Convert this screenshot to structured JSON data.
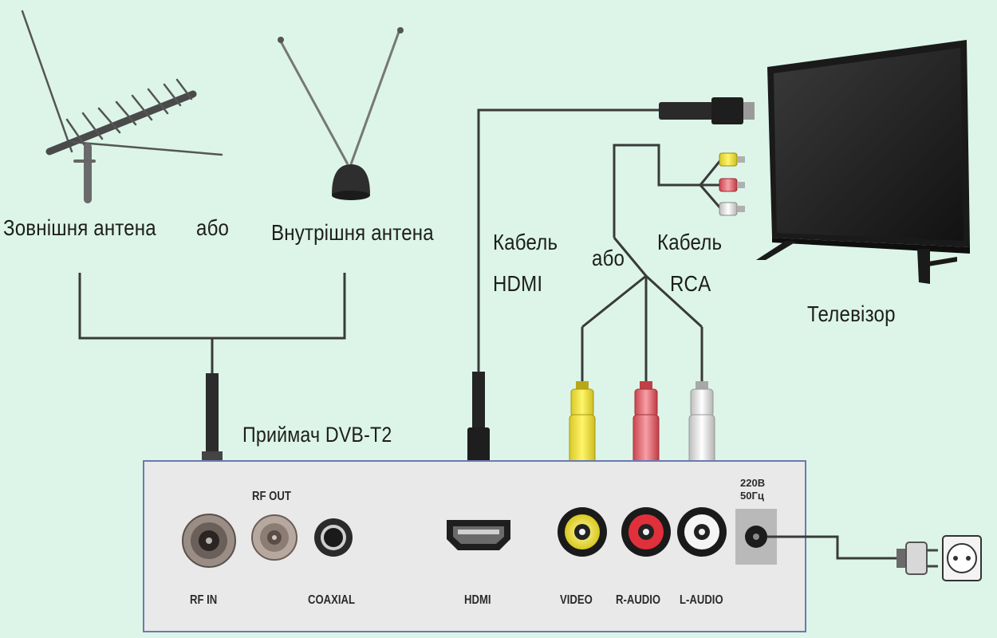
{
  "antennas": {
    "outdoor_label": "Зовнішня антена",
    "or_label": "або",
    "indoor_label": "Внутрішня антена"
  },
  "receiver": {
    "label": "Приймач DVB-T2",
    "ports": {
      "rf_in": "RF IN",
      "rf_out": "RF OUT",
      "coaxial": "COAXIAL",
      "hdmi": "HDMI",
      "video": "VIDEO",
      "r_audio": "R-AUDIO",
      "l_audio": "L-AUDIO"
    },
    "power": {
      "line1": "220В",
      "line2": "50Гц"
    }
  },
  "cables": {
    "hdmi_line1": "Кабель",
    "hdmi_line2": "HDMI",
    "or_label": "або",
    "rca_line1": "Кабель",
    "rca_line2": "RCA"
  },
  "tv": {
    "label": "Телевізор"
  },
  "colors": {
    "background": "#dcf5e8",
    "cable": "#3a3a3a",
    "rca_video": "#f2e34a",
    "rca_right": "#e0606a",
    "rca_left": "#e6e6e6",
    "receiver_body": "#e9e9e9",
    "receiver_border": "#6a7ab0"
  },
  "icons": [
    "outdoor-antenna-icon",
    "indoor-antenna-icon",
    "tv-icon",
    "power-plug-icon",
    "wall-socket-icon"
  ]
}
